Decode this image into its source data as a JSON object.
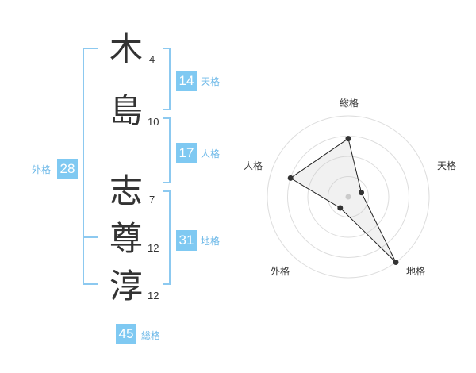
{
  "characters": [
    {
      "char": "木",
      "strokes": "4"
    },
    {
      "char": "島",
      "strokes": "10"
    },
    {
      "char": "志",
      "strokes": "7"
    },
    {
      "char": "尊",
      "strokes": "12"
    },
    {
      "char": "淳",
      "strokes": "12"
    }
  ],
  "fortunes": {
    "tenkaku": {
      "value": "14",
      "label": "天格"
    },
    "jinkaku": {
      "value": "17",
      "label": "人格"
    },
    "chikaku": {
      "value": "31",
      "label": "地格"
    },
    "gaikaku": {
      "value": "28",
      "label": "外格"
    },
    "soukaku": {
      "value": "45",
      "label": "総格"
    }
  },
  "colors": {
    "accent": "#7fc9f2",
    "bracket": "#8cc9f0",
    "label": "#6cb8e8"
  },
  "chart_data": {
    "type": "radar",
    "axes": [
      "総格",
      "天格",
      "地格",
      "外格",
      "人格"
    ],
    "rings": 4,
    "values": [
      0.72,
      0.17,
      1.0,
      0.17,
      0.75
    ]
  }
}
